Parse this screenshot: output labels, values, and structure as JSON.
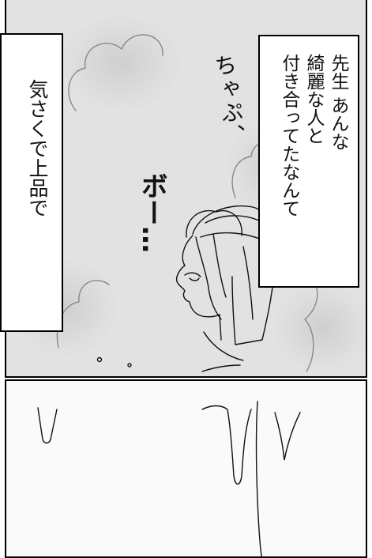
{
  "captions": {
    "right": "先生 あんな\n綺麗な人と\n付き合ってたなんて",
    "left": "気さくで上品で"
  },
  "sfx": {
    "chapu": "ちゃぷ、",
    "bo": "ボー…"
  },
  "colors": {
    "panel_tone": "#e2e2e2",
    "ink": "#111111",
    "border": "#000000"
  }
}
